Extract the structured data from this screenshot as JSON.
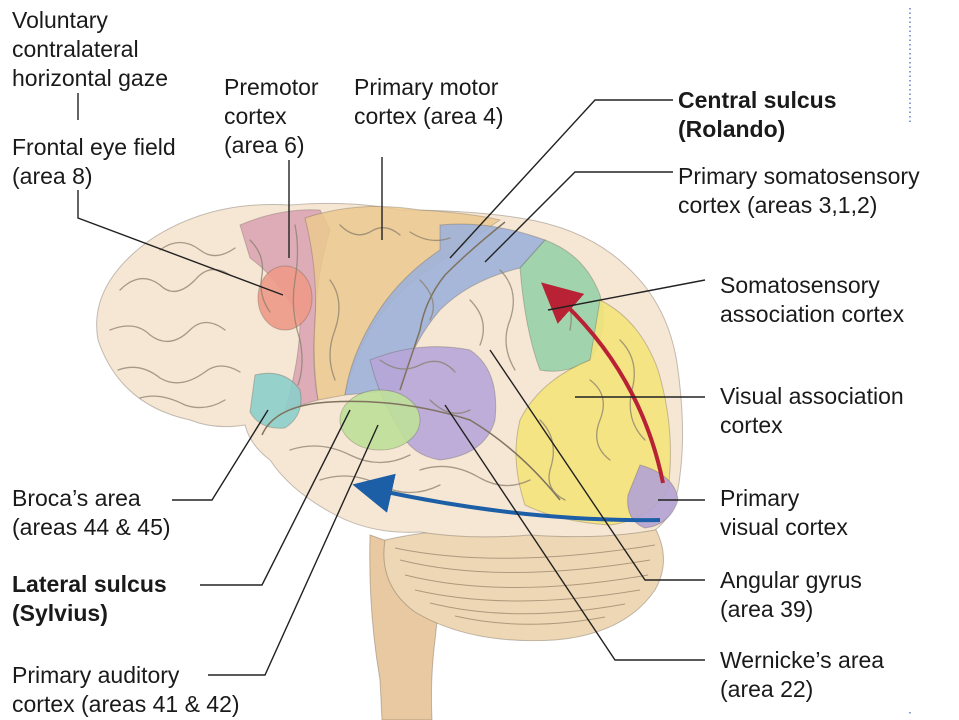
{
  "labels": {
    "gaze": [
      "Voluntary",
      "contralateral",
      "horizontal gaze"
    ],
    "frontal_eye_field": [
      "Frontal eye field",
      "(area 8)"
    ],
    "premotor": [
      "Premotor",
      "cortex",
      "(area 6)"
    ],
    "primary_motor": [
      "Primary motor",
      "cortex (area 4)"
    ],
    "central_sulcus": [
      "Central sulcus",
      "(Rolando)"
    ],
    "somatosensory": [
      "Primary somatosensory",
      "cortex (areas 3,1,2)"
    ],
    "somato_assoc": [
      "Somatosensory",
      "association cortex"
    ],
    "visual_assoc": [
      "Visual association",
      "cortex"
    ],
    "primary_visual": [
      "Primary",
      "visual cortex"
    ],
    "angular": [
      "Angular gyrus",
      "(area 39)"
    ],
    "wernicke": [
      "Wernicke’s area",
      "(area 22)"
    ],
    "broca": [
      "Broca’s area",
      "(areas 44 & 45)"
    ],
    "lateral_sulcus": [
      "Lateral sulcus",
      "(Sylvius)"
    ],
    "auditory": [
      "Primary auditory",
      "cortex (areas 41 & 42)"
    ]
  },
  "colors": {
    "brain_base": "#f6e6d4",
    "premotor": "#d9a2b3",
    "frontal_eye_field": "#ef9a88",
    "primary_motor": "#ecc98f",
    "somatosensory": "#9fb3da",
    "somato_assoc": "#98d3a8",
    "visual_assoc": "#f4e47c",
    "primary_visual": "#b3a3d4",
    "broca": "#8dcfcb",
    "auditory": "#bfe09a",
    "wernicke": "#b7a7d9",
    "cerebellum": "#eed7b5",
    "brainstem": "#e8c9a2",
    "arrow_red": "#b82234",
    "arrow_blue": "#1d5fa6"
  }
}
